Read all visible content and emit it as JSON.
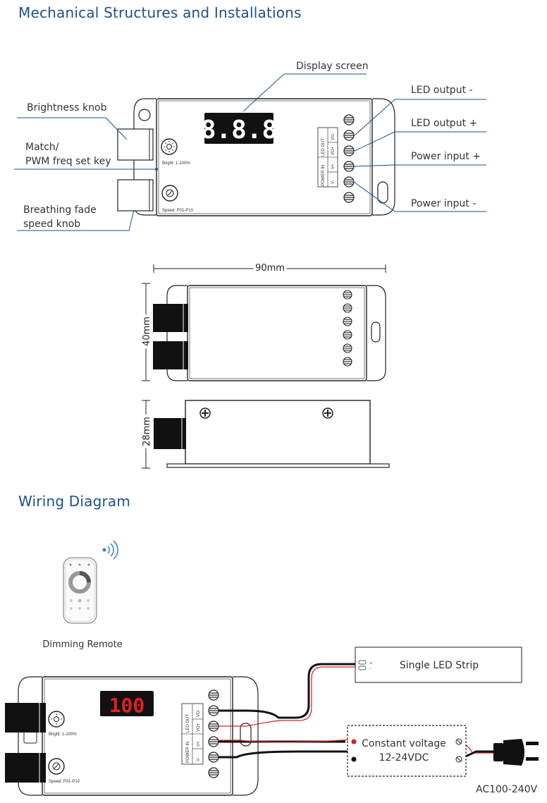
{
  "headings": {
    "mechanical": "Mechanical Structures and Installations",
    "wiring": "Wiring Diagram"
  },
  "callouts": {
    "display_screen": "Display screen",
    "brightness_knob": "Brightness knob",
    "match_line1": "Match/",
    "match_line2": "PWM freq set key",
    "breathing_line1": "Breathing fade",
    "breathing_line2": "speed knob",
    "led_output_minus": "LED output -",
    "led_output_plus": "LED output +",
    "power_input_plus": "Power input +",
    "power_input_minus": "Power input -"
  },
  "device": {
    "display_value": "8.8.8",
    "bright_label": "Bright: 1-100%",
    "speed_label": "Speed: P01-P10",
    "terminal_led_out": "LED OUT",
    "terminal_power_in": "POWER IN",
    "terminal_vo_minus": "VO-",
    "terminal_vo_plus": "VO+",
    "terminal_v_plus": "V+",
    "terminal_v_minus": "V-"
  },
  "dimensions": {
    "width": "90mm",
    "depth": "40mm",
    "height": "28mm"
  },
  "wiring": {
    "remote_label": "Dimming Remote",
    "display_value": "100",
    "led_strip_label": "Single LED Strip",
    "strip_plus": "+",
    "strip_minus": "-",
    "psu_line1": "Constant voltage",
    "psu_line2": "12-24VDC",
    "ac_label": "AC100-240V"
  },
  "colors": {
    "heading": "#1d4f8c",
    "callout_line": "#1d4f8c",
    "display_digits_top": "#ffffff",
    "display_digits_bottom": "#e02020",
    "wire_red": "#d32020"
  }
}
